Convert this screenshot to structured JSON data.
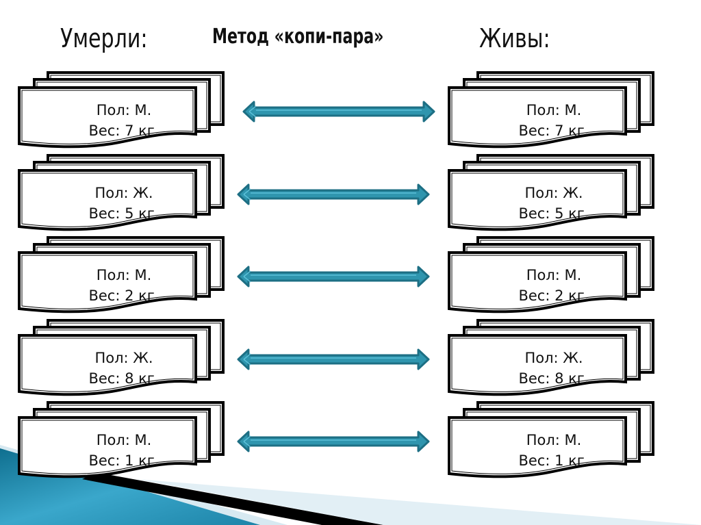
{
  "header": {
    "left_title": "Умерли:",
    "center_title": "Метод «копи-пара»",
    "right_title": "Живы:"
  },
  "colors": {
    "arrow_fill": "#2f95ae",
    "arrow_border": "#1d6f84",
    "card_border": "#000000",
    "corner_accent": "#1b7fa0"
  },
  "pairs": [
    {
      "dead": {
        "sex": "Пол: М.",
        "weight": "Вес: 7 кг."
      },
      "alive": {
        "sex": "Пол: М.",
        "weight": "Вес: 7 кг."
      },
      "connector": "double-arrow-icon"
    },
    {
      "dead": {
        "sex": "Пол: Ж.",
        "weight": "Вес: 5 кг."
      },
      "alive": {
        "sex": "Пол: Ж.",
        "weight": "Вес: 5 кг."
      },
      "connector": "double-arrow-icon"
    },
    {
      "dead": {
        "sex": "Пол: М.",
        "weight": "Вес: 2 кг."
      },
      "alive": {
        "sex": "Пол: М.",
        "weight": "Вес: 2 кг."
      },
      "connector": "double-arrow-icon"
    },
    {
      "dead": {
        "sex": "Пол: Ж.",
        "weight": "Вес: 8 кг."
      },
      "alive": {
        "sex": "Пол: Ж.",
        "weight": "Вес: 8 кг."
      },
      "connector": "double-arrow-icon"
    },
    {
      "dead": {
        "sex": "Пол: М.",
        "weight": "Вес: 1 кг."
      },
      "alive": {
        "sex": "Пол: М.",
        "weight": "Вес: 1 кг."
      },
      "connector": "double-arrow-icon"
    }
  ]
}
